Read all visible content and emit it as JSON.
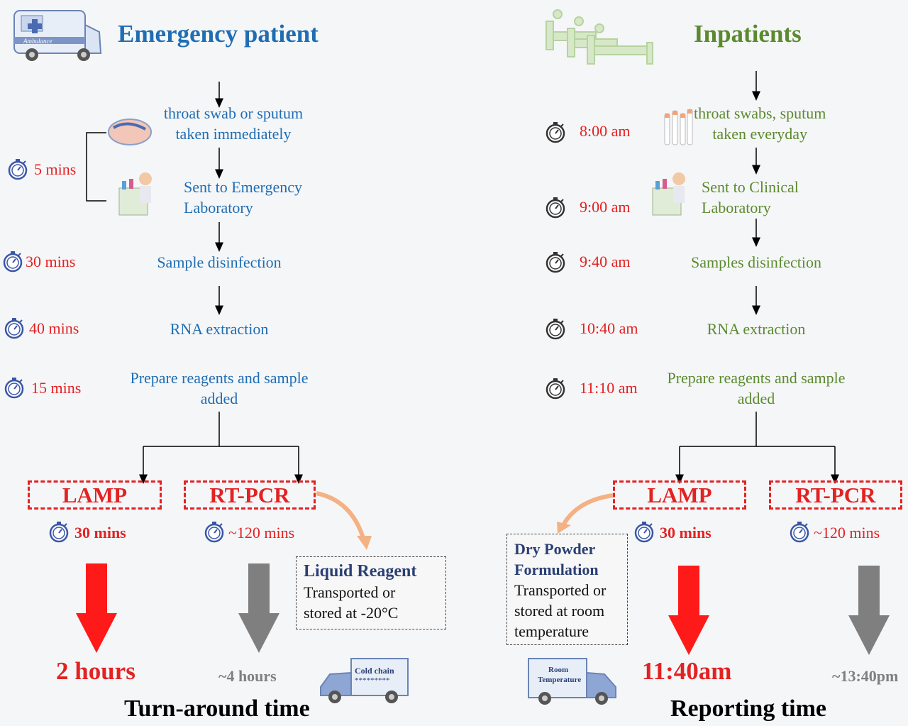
{
  "left": {
    "title": "Emergency patient",
    "ambulance_label": "Ambulance",
    "steps": [
      {
        "text": [
          "throat swab or sputum",
          "taken immediately"
        ]
      },
      {
        "text": [
          "Sent to Emergency",
          "Laboratory"
        ]
      },
      {
        "text": [
          "Sample disinfection"
        ]
      },
      {
        "text": [
          "RNA extraction"
        ]
      },
      {
        "text": [
          "Prepare reagents and sample",
          "added"
        ]
      }
    ],
    "times": [
      "5 mins",
      "30 mins",
      "40 mins",
      "15 mins"
    ],
    "methods": [
      {
        "label": "LAMP",
        "time": "30 mins",
        "result": "2 hours"
      },
      {
        "label": "RT-PCR",
        "time": "~120 mins",
        "result": "~4 hours"
      }
    ],
    "reagent_box": {
      "heading": "Liquid Reagent",
      "lines": [
        "Transported or",
        "stored at -20°C"
      ]
    },
    "truck_label": [
      "Cold chain",
      "*********"
    ],
    "footer": "Turn-around time"
  },
  "right": {
    "title": "Inpatients",
    "steps": [
      {
        "text": [
          "throat swabs, sputum",
          "taken everyday"
        ]
      },
      {
        "text": [
          "Sent to Clinical",
          "Laboratory"
        ]
      },
      {
        "text": [
          "Samples disinfection"
        ]
      },
      {
        "text": [
          "RNA extraction"
        ]
      },
      {
        "text": [
          "Prepare reagents and sample",
          "added"
        ]
      }
    ],
    "times": [
      "8:00 am",
      "9:00 am",
      "9:40 am",
      "10:40 am",
      "11:10 am"
    ],
    "methods": [
      {
        "label": "LAMP",
        "time": "30 mins",
        "result": "11:40am"
      },
      {
        "label": "RT-PCR",
        "time": "~120 mins",
        "result": "~13:40pm"
      }
    ],
    "reagent_box": {
      "heading": [
        "Dry Powder",
        "Formulation"
      ],
      "lines": [
        "Transported or",
        "stored at room",
        "temperature"
      ]
    },
    "truck_label": [
      "Room",
      "Temperature"
    ],
    "footer": "Reporting time"
  },
  "colors": {
    "blue": "#1f6db3",
    "green": "#5b8a2e",
    "red": "#e32222",
    "gray_arrow": "#7f7f7f",
    "orange_arrow": "#f4b183"
  }
}
